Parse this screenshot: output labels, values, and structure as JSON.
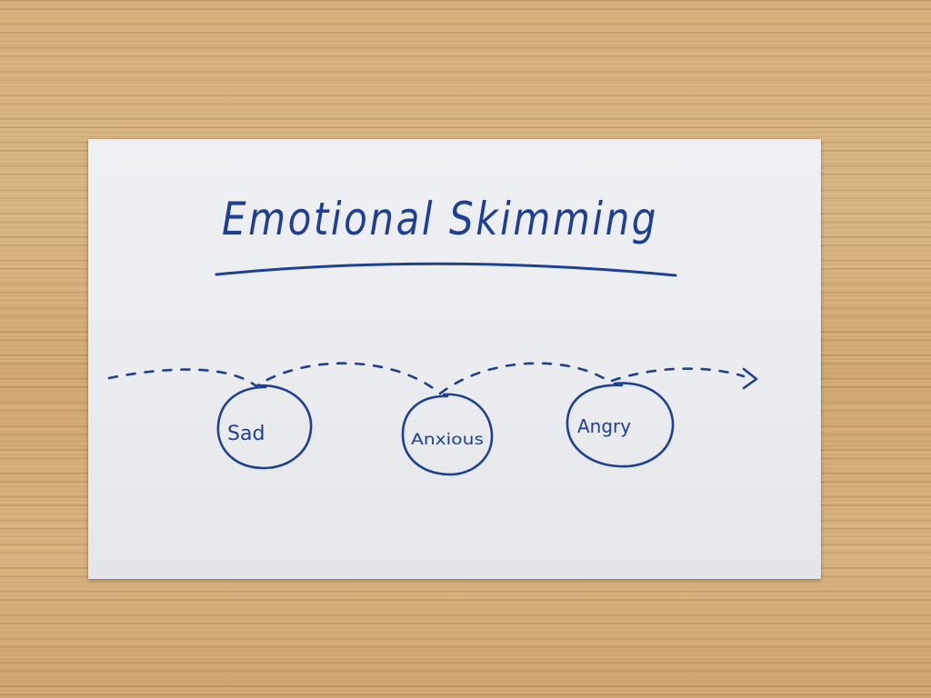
{
  "card": {
    "title": "Emotional Skimming",
    "emotions": [
      {
        "label": "Sad"
      },
      {
        "label": "Anxious"
      },
      {
        "label": "Angry"
      }
    ]
  },
  "colors": {
    "ink": "#1f3f94",
    "paper": "#eceef2",
    "wood": "#d3ac77"
  }
}
